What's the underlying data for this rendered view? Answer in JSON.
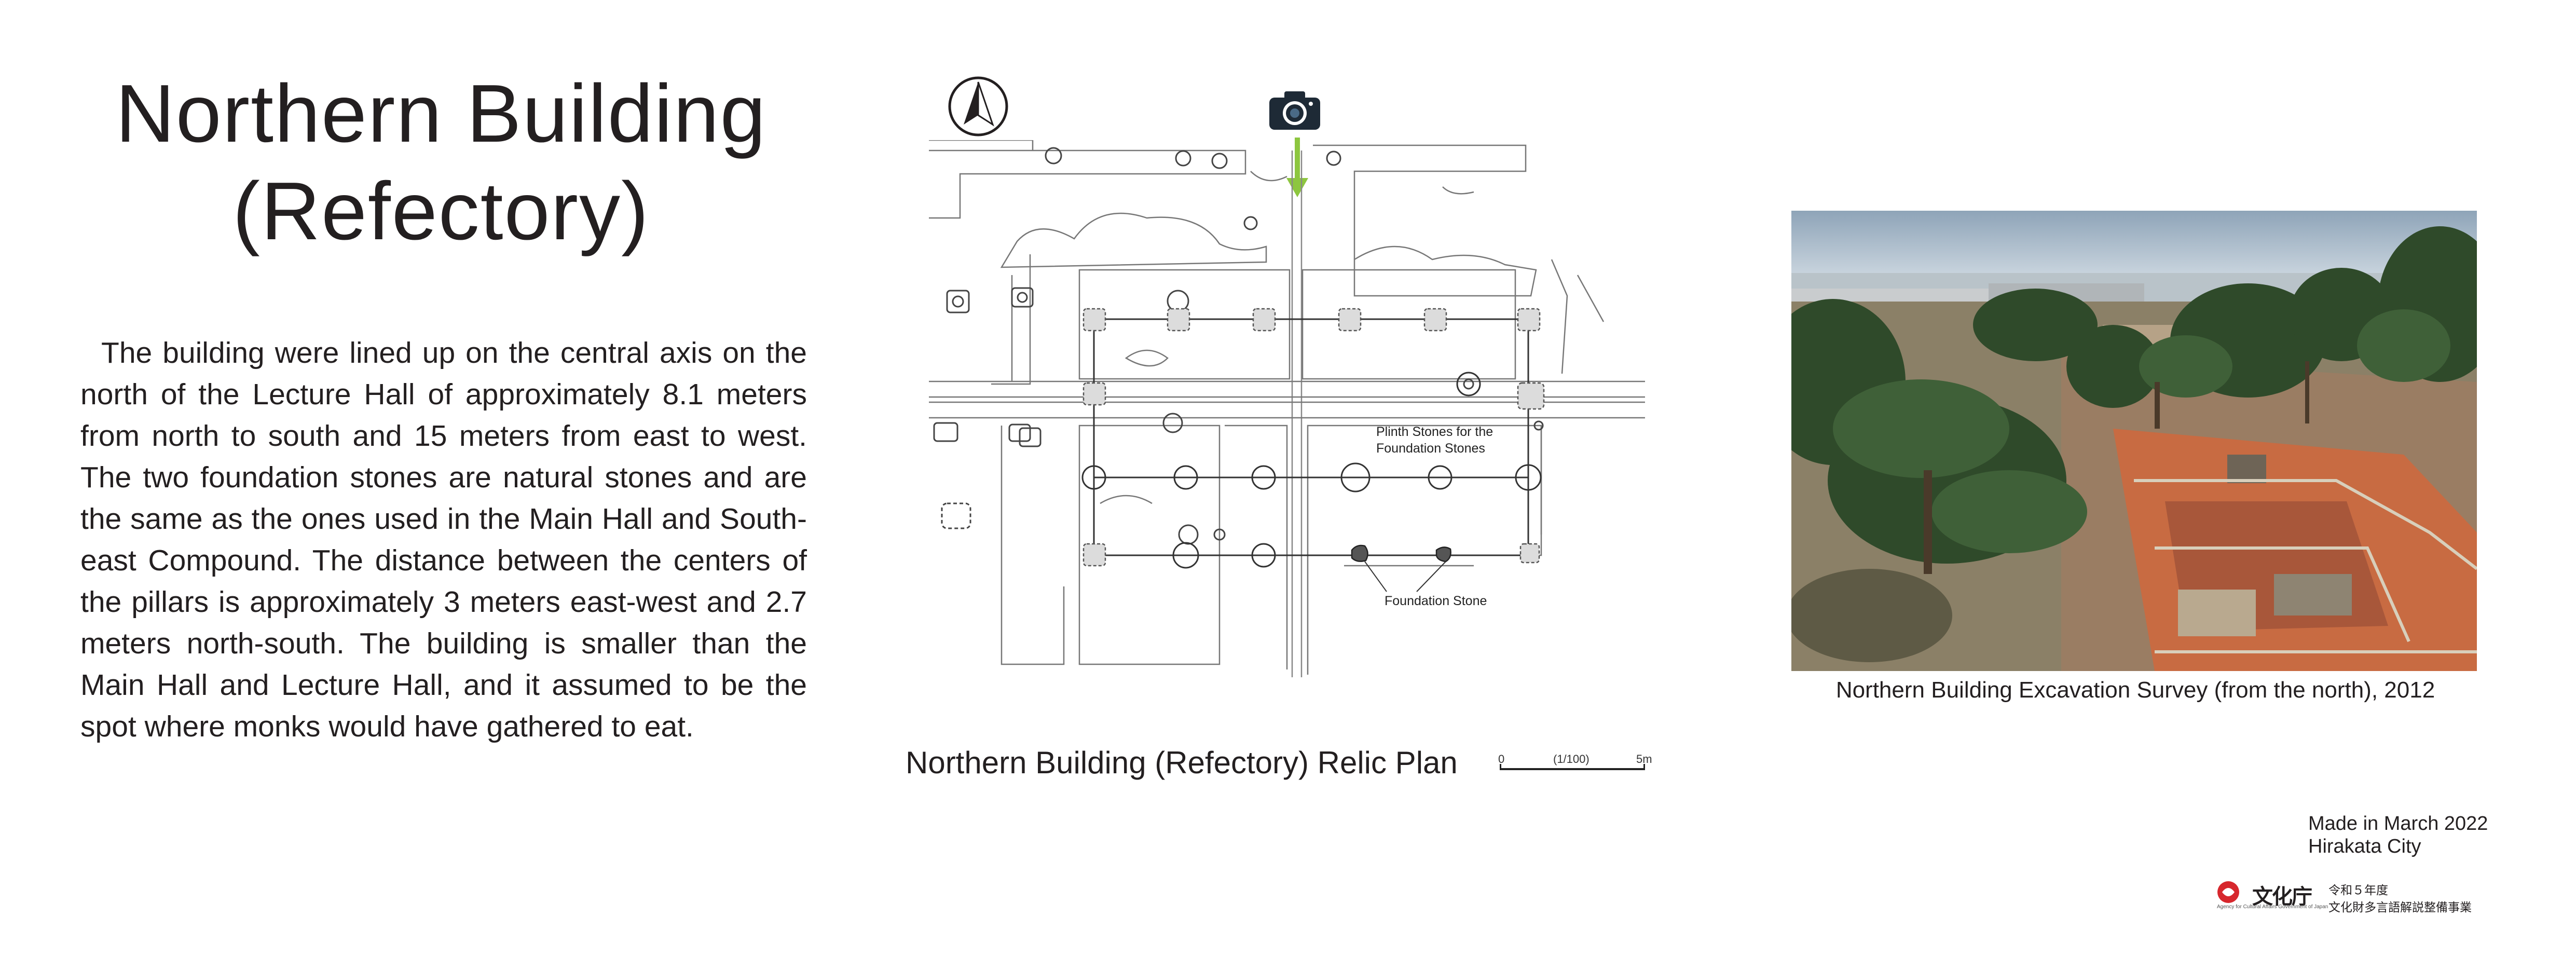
{
  "title": {
    "line1": "Northern Building",
    "line2": "(Refectory)"
  },
  "description": "The building were lined up on the central axis on the north of the Lecture Hall of approximately 8.1 meters from north to south and 15 meters from east to west. The two foundation stones are natural stones and are the same as the ones used in the Main Hall and South-east Compound. The distance between the centers of the pillars is approximately 3 meters east-west and 2.7 meters north-south. The building is smaller than the Main Hall and Lecture Hall, and it assumed to be the spot where monks would have gathered to eat.",
  "plan": {
    "caption": "Northern Building (Refectory) Relic Plan",
    "label_plinth_line1": "Plinth Stones for the",
    "label_plinth_line2": "Foundation Stones",
    "label_foundation": "Foundation Stone",
    "scale": {
      "start": "0",
      "ratio": "(1/100)",
      "end": "5m"
    }
  },
  "photo": {
    "caption": "Northern Building Excavation Survey (from the north), 2012"
  },
  "credit": {
    "line1": "Made in March 2022",
    "line2": "Hirakata City"
  },
  "agency": {
    "mark": "文化庁",
    "sub": "Agency for Cultural Affairs Government of Japan",
    "program_line1": "令和５年度",
    "program_line2": "文化財多言語解説整備事業"
  },
  "colors": {
    "arrow_green": "#8dc63f",
    "soil": "#c8643a",
    "logo_red": "#d7272d"
  }
}
